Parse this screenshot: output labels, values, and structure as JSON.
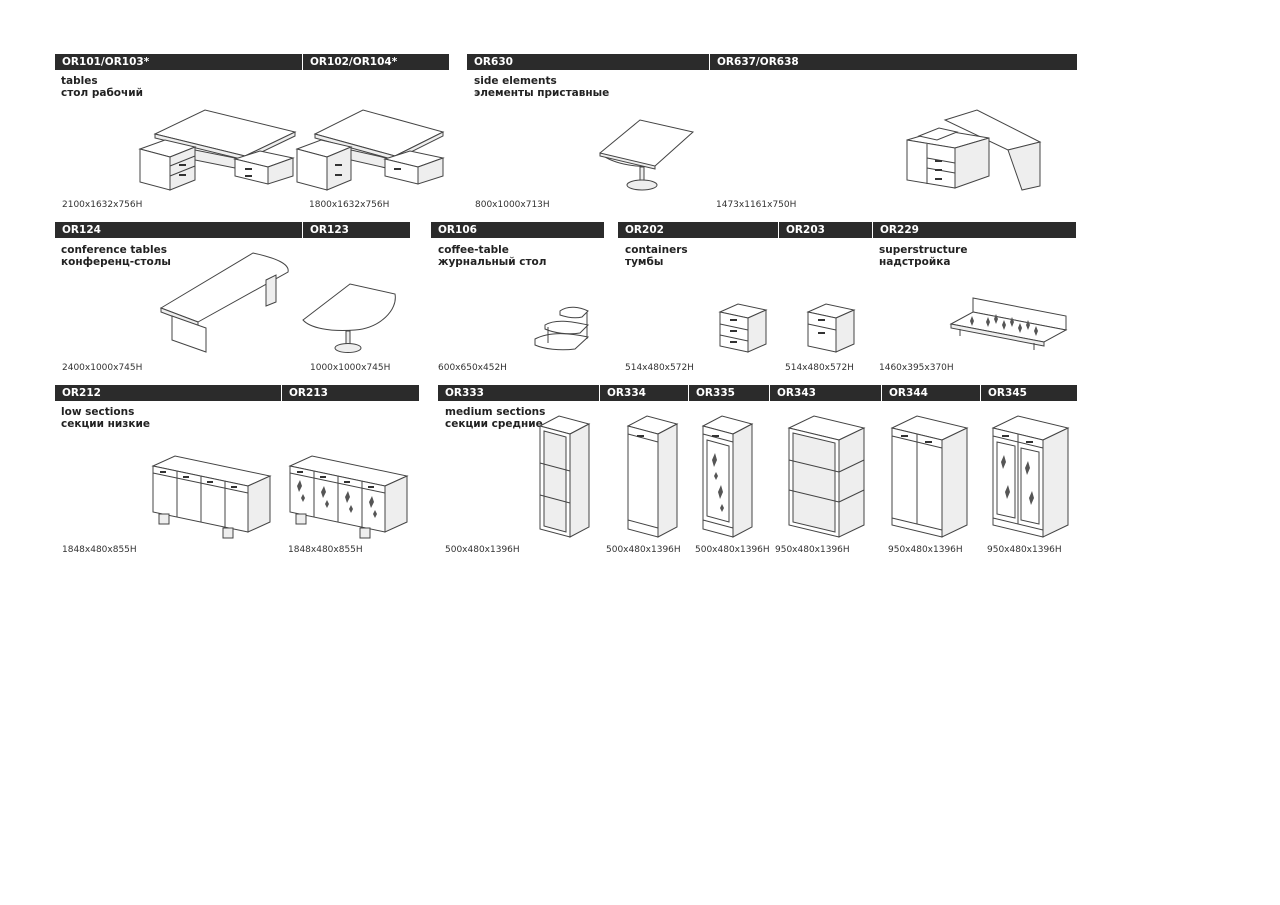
{
  "row1": {
    "codes": [
      "OR101/OR103*",
      "OR102/OR104*",
      "OR630",
      "OR637/OR638"
    ],
    "tables": {
      "en": "tables",
      "ru": "стол рабочий"
    },
    "side": {
      "en": "side elements",
      "ru": "элементы приставные"
    },
    "dims": [
      "2100x1632x756H",
      "1800x1632x756H",
      "800x1000x713H",
      "1473x1161x750H"
    ]
  },
  "row2": {
    "codes": [
      "OR124",
      "OR123",
      "OR106",
      "OR202",
      "OR203",
      "OR229"
    ],
    "conference": {
      "en": "conference tables",
      "ru": "конференц-столы"
    },
    "coffee": {
      "en": "coffee-table",
      "ru": "журнальный стол"
    },
    "containers": {
      "en": "containers",
      "ru": "тумбы"
    },
    "superstructure": {
      "en": "superstructure",
      "ru": "надстройка"
    },
    "dims": [
      "2400x1000x745H",
      "1000x1000x745H",
      "600x650x452H",
      "514x480x572H",
      "514x480x572H",
      "1460x395x370H"
    ]
  },
  "row3": {
    "codes": [
      "OR212",
      "OR213",
      "OR333",
      "OR334",
      "OR335",
      "OR343",
      "OR344",
      "OR345"
    ],
    "low": {
      "en": "low sections",
      "ru": "секции низкие"
    },
    "medium": {
      "en": "medium sections",
      "ru": "секции средние"
    },
    "dims": [
      "1848x480x855H",
      "1848x480x855H",
      "500x480x1396H",
      "500x480x1396H",
      "500x480x1396H",
      "950x480x1396H",
      "950x480x1396H",
      "950x480x1396H"
    ]
  }
}
